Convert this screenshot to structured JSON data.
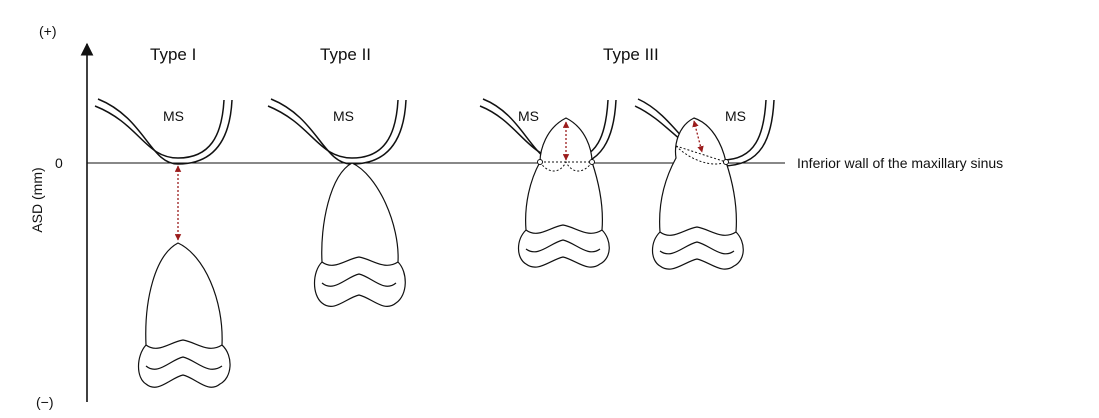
{
  "axis": {
    "label": "ASD (mm)",
    "top_label": "(+)",
    "bottom_label": "(−)",
    "zero_label": "0"
  },
  "reference_line": {
    "label": "Inferior wall of the maxillary sinus"
  },
  "types": [
    {
      "label": "Type I"
    },
    {
      "label": "Type II"
    },
    {
      "label": "Type III"
    }
  ],
  "sinus_label": "MS",
  "colors": {
    "distance_arrow": "#9b1c1c",
    "line": "#111111"
  }
}
